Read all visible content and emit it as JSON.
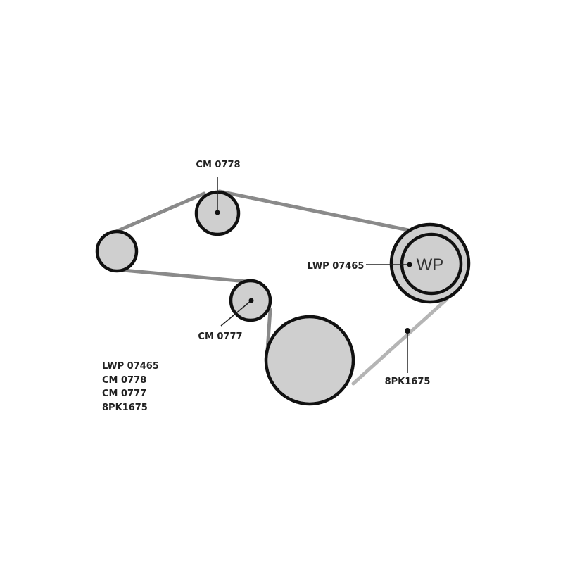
{
  "diagram": {
    "labels": {
      "idler_top": "CM 0778",
      "idler_bottom": "CM 0777",
      "water_pump": "LWP 07465",
      "water_pump_text": "WP",
      "belt": "8PK1675"
    },
    "legend": [
      "LWP 07465",
      "CM 0778",
      "CM 0777",
      "8PK1675"
    ],
    "colors": {
      "belt": "#8a8a8a",
      "pulley_fill": "#cfcfcf",
      "outline": "#111111"
    }
  }
}
